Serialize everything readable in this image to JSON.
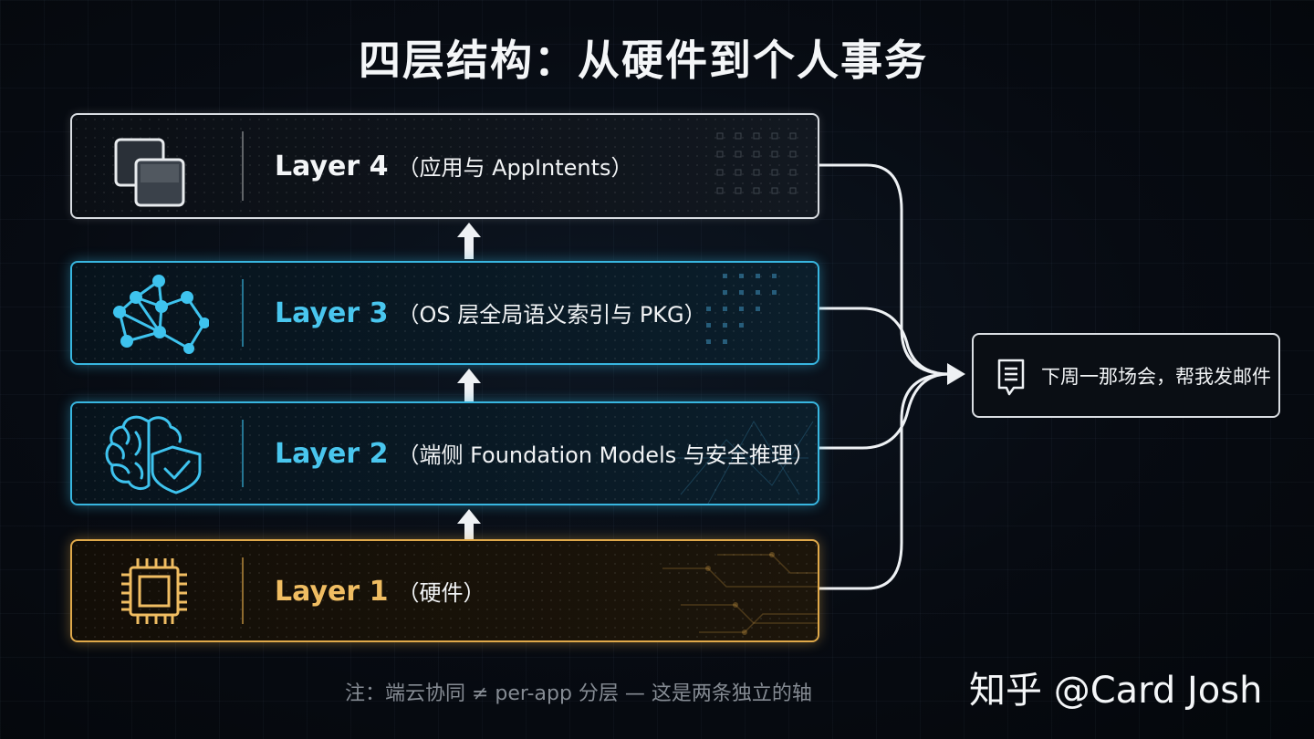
{
  "title": "四层结构：从硬件到个人事务",
  "layers": [
    {
      "level": 4,
      "name": "Layer 4",
      "desc": "（应用与 AppIntents）",
      "icon": "app-windows-icon",
      "color": "#d9dde2"
    },
    {
      "level": 3,
      "name": "Layer 3",
      "desc": "（OS 层全局语义索引与 PKG）",
      "icon": "knowledge-graph-icon",
      "color": "#38b6e0"
    },
    {
      "level": 2,
      "name": "Layer 2",
      "desc": "（端侧 Foundation Models 与安全推理）",
      "icon": "brain-shield-icon",
      "color": "#38b6e0"
    },
    {
      "level": 1,
      "name": "Layer 1",
      "desc": "（硬件）",
      "icon": "chip-icon",
      "color": "#e0a94a"
    }
  ],
  "output": {
    "text": "下周一那场会，帮我发邮件",
    "icon": "document-chat-icon"
  },
  "note": "注：端云协同 ≠ per-app 分层 — 这是两条独立的轴",
  "watermark": "知乎 @Card Josh"
}
